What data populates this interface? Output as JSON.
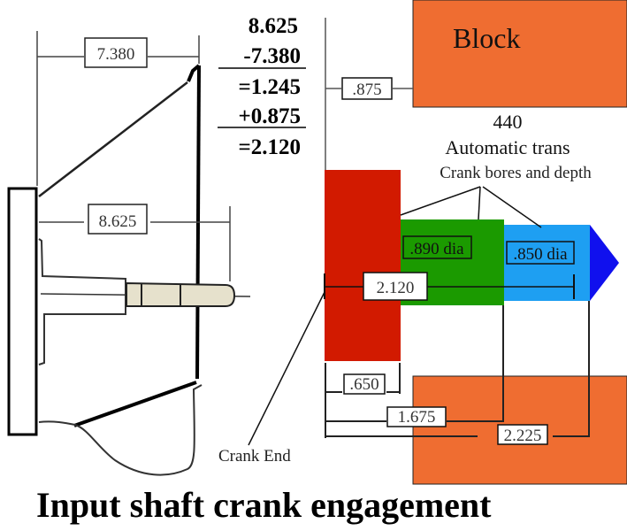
{
  "title": "Input shaft crank engagement",
  "calculation": {
    "lines": [
      "8.625",
      "-7.380",
      "=1.245",
      "+0.875",
      "=2.120"
    ]
  },
  "left_drawing": {
    "dim_top": "7.380",
    "dim_middle": "8.625"
  },
  "block": {
    "label": "Block",
    "offset_dim": ".875",
    "color": "#ef6d31"
  },
  "transmission": {
    "line1": "440",
    "line2": "Automatic trans"
  },
  "crank": {
    "bores_label": "Crank bores and depth",
    "crank_end_label": "Crank End",
    "flange_color": "#d21a00",
    "bore1_label": ".890 dia",
    "bore1_color": "#1b9a00",
    "bore2_label": ".850 dia",
    "bore2_color": "#1e9ff2",
    "tip_color": "#1010ee",
    "dim_engagement": "2.120",
    "dim_flange": ".650",
    "dim_bore1": "1.675",
    "dim_bore2": "2.225"
  }
}
